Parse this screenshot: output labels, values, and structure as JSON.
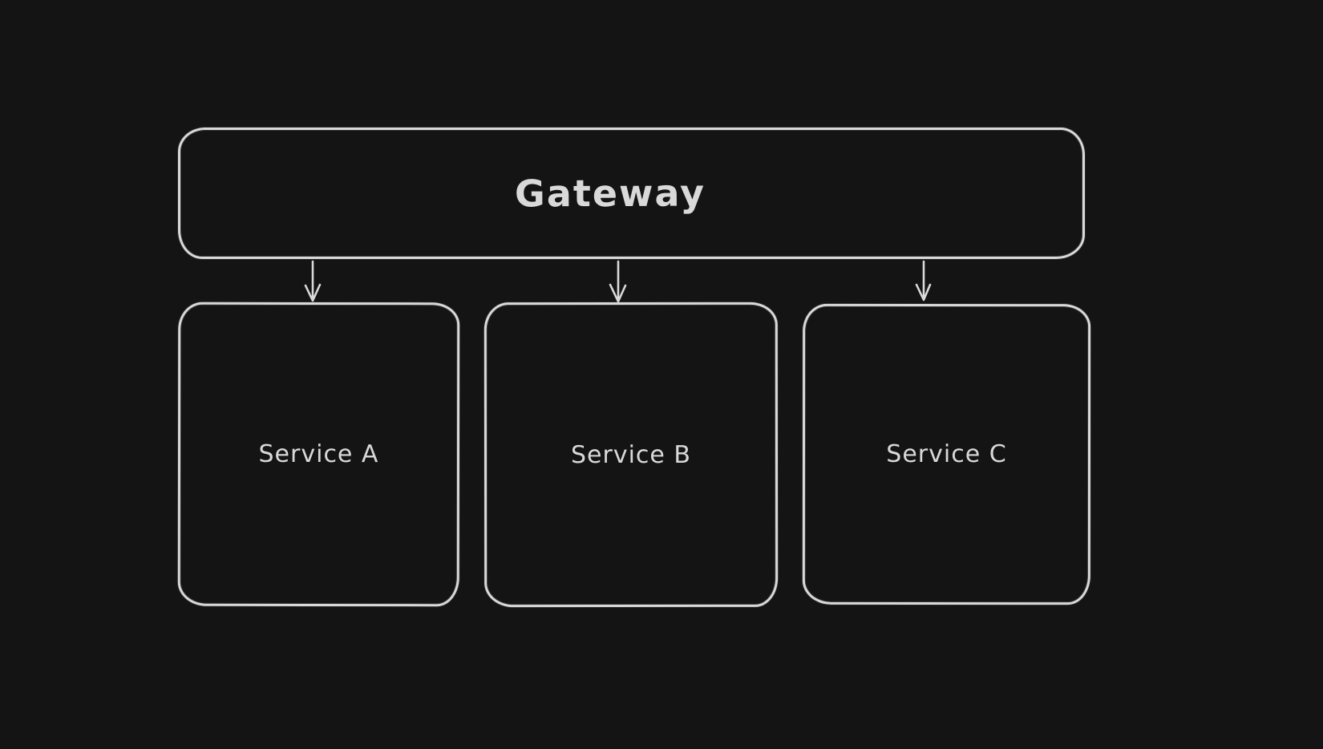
{
  "canvas": {
    "kind": "hand-drawn architecture diagram",
    "colors": {
      "background": "#141414",
      "stroke": "#d9d9d9",
      "text": "#d9d9d9"
    }
  },
  "diagram": {
    "gateway": {
      "label": "Gateway"
    },
    "services": [
      {
        "label": "Service A"
      },
      {
        "label": "Service B"
      },
      {
        "label": "Service C"
      }
    ],
    "connections": [
      {
        "from": "Gateway",
        "to": "Service A",
        "style": "arrow-down"
      },
      {
        "from": "Gateway",
        "to": "Service B",
        "style": "arrow-down"
      },
      {
        "from": "Gateway",
        "to": "Service C",
        "style": "arrow-down"
      }
    ]
  }
}
